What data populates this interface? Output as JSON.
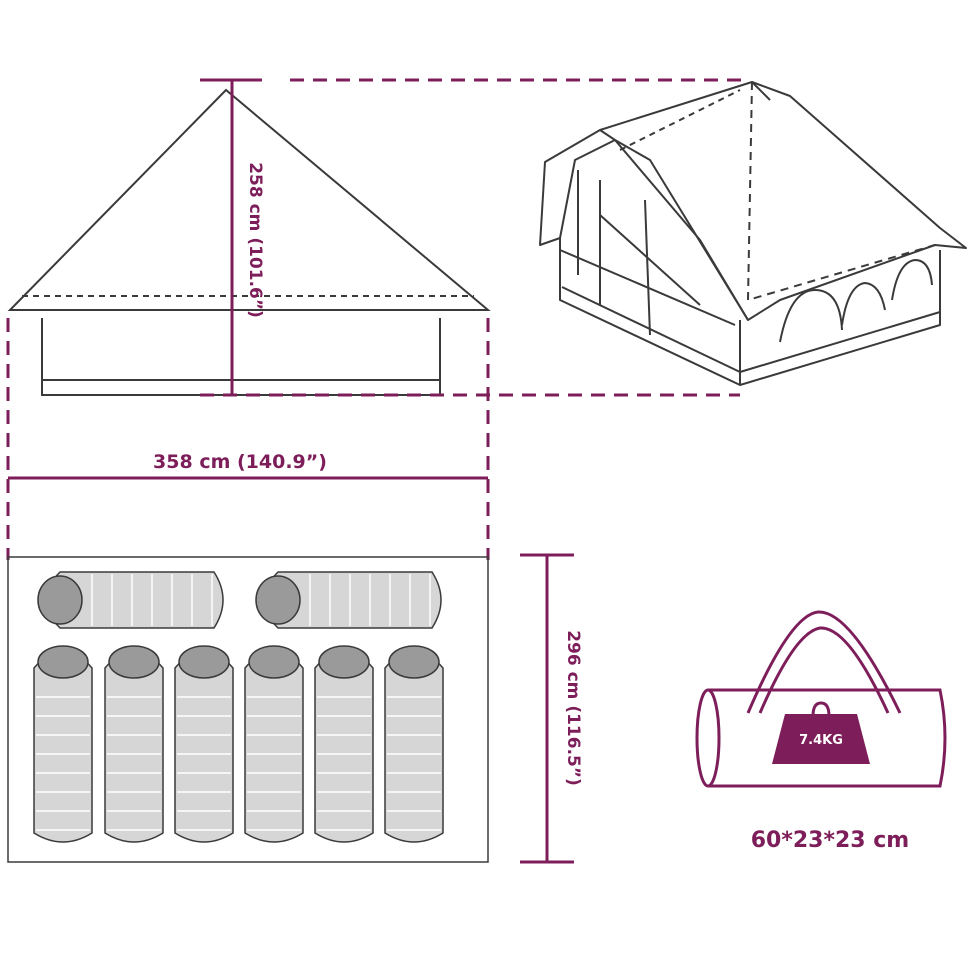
{
  "dimensions": {
    "height": "258 cm (101.6”)",
    "width": "358 cm (140.9”)",
    "depth": "296 cm (116.5”)"
  },
  "bag": {
    "weight": "7.4KG",
    "size": "60*23*23 cm"
  },
  "sleeping_bags": {
    "horizontal_count": 2,
    "vertical_count": 6
  },
  "colors": {
    "accent": "#7d1e5a",
    "outline": "#3a3a3a",
    "bag_fill": "#d6d6d6"
  }
}
